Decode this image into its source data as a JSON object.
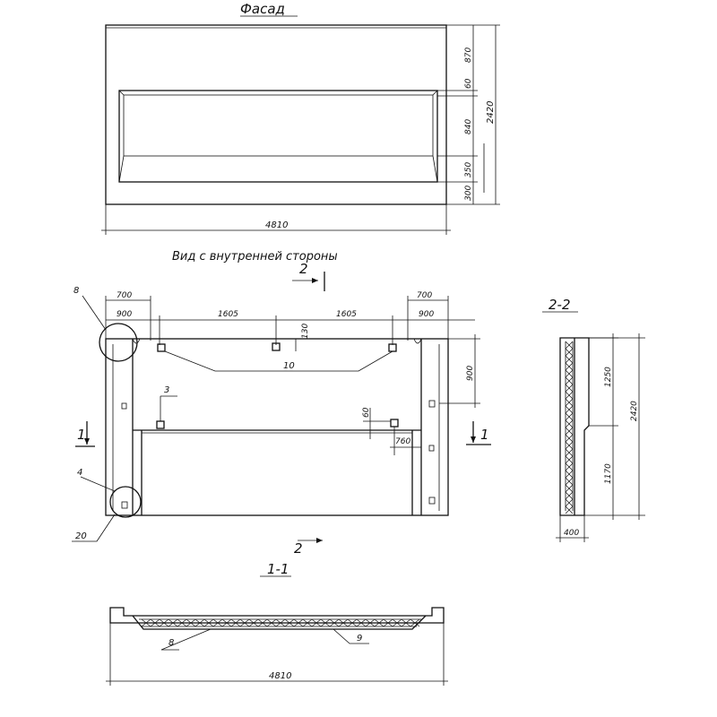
{
  "facade": {
    "title": "Фасад",
    "dims_right": [
      "870",
      "60",
      "840",
      "350",
      "300"
    ],
    "total_height": "2420",
    "total_width": "4810"
  },
  "inner_view": {
    "title": "Вид с внутренней стороны",
    "section_mark": "2",
    "dims_top_left": [
      "700",
      "900"
    ],
    "dims_top_mid": [
      "1605",
      "1605"
    ],
    "dims_top_right": [
      "700",
      "900"
    ],
    "dim_130": "130",
    "dim_900": "900",
    "dim_60": "60",
    "dim_760": "760",
    "callouts": [
      "8",
      "10",
      "3",
      "4",
      "20"
    ],
    "section_markers": [
      "1",
      "1",
      "2"
    ]
  },
  "section_2_2": {
    "title": "2-2",
    "dims": [
      "1250",
      "1170"
    ],
    "total_height": "2420",
    "width": "400"
  },
  "section_1_1": {
    "title": "1-1",
    "callouts": [
      "8",
      "9"
    ],
    "total_width": "4810"
  }
}
